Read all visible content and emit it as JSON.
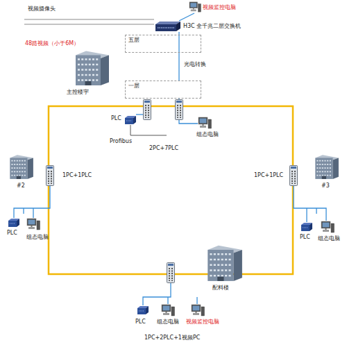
{
  "diagram": {
    "nodes": [
      {
        "text": [
          "五层"
        ]
      },
      {
        "text": [
          "H3C 全千兆二层交换机"
        ]
      },
      {
        "text": [
          "视频监控电脑"
        ]
      },
      {
        "text": [
          "一层"
        ]
      },
      {
        "text": [
          "主控楼宇"
        ]
      },
      {
        "text": [
          "PLC"
        ]
      },
      {
        "text": [
          "组态电脑"
        ]
      },
      {
        "text": [
          "#2"
        ]
      },
      {
        "text": [
          "PLC"
        ]
      },
      {
        "text": [
          "组态电脑"
        ]
      },
      {
        "text": [
          "#3"
        ]
      },
      {
        "text": [
          "PLC"
        ]
      },
      {
        "text": [
          "组态电脑"
        ]
      },
      {
        "text": [
          "配料楼"
        ]
      },
      {
        "text": [
          "PLC"
        ]
      },
      {
        "text": [
          "组态电脑"
        ]
      },
      {
        "text": [
          "视频监控电脑"
        ]
      }
    ],
    "edges": [
      {
        "from": 1,
        "to": 2,
        "arrow": "none"
      },
      {
        "from": 1,
        "to": 3,
        "label": "光电转换",
        "arrow": "none"
      }
    ],
    "labels": [
      "视频摄像头",
      "48路视频（小于6M）",
      "Profibus",
      "2PC+7PLC",
      "1PC+1PLC",
      "1PC+1PLC",
      "1PC+2PLC+1视频PC"
    ]
  }
}
